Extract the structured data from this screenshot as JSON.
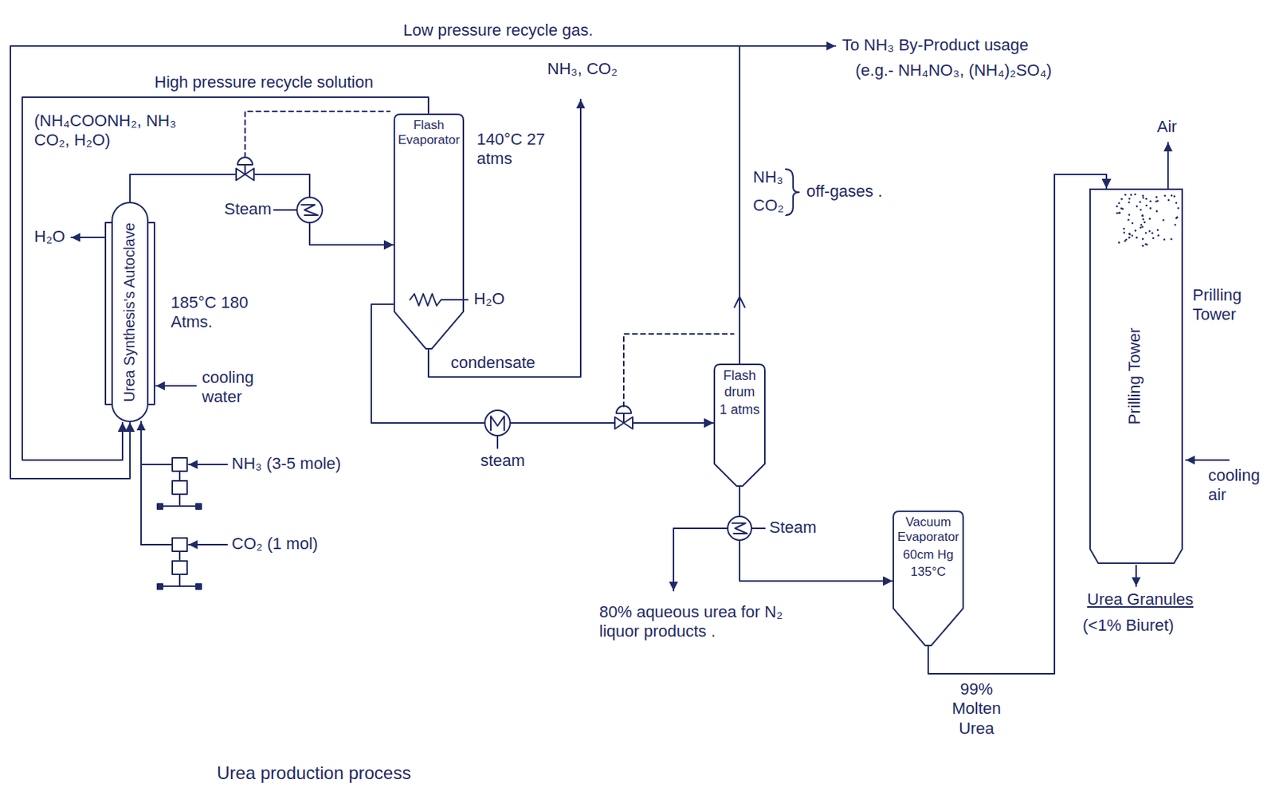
{
  "diagram": {
    "caption": "Urea production process",
    "nodes": [
      {
        "text": [
          "Urea Synthesis's Autoclave"
        ]
      },
      {
        "text": [
          "Flash Evaporator"
        ]
      },
      {
        "text": [
          "Flash drum",
          "1 atms"
        ]
      },
      {
        "text": [
          "Vacuum Evaporator",
          "60cm Hg",
          "135°C"
        ]
      },
      {
        "text": [
          "Prilling Tower"
        ]
      }
    ],
    "edges": [
      {
        "from": 0,
        "to": 1,
        "arrow": "to"
      },
      {
        "from": 1,
        "to": 0,
        "arrow": "to",
        "label": "High pressure recycle solution"
      },
      {
        "from": 1,
        "to": 2,
        "arrow": "to"
      },
      {
        "from": 2,
        "to": 0,
        "arrow": "to",
        "label": "Low pressure recycle gas."
      },
      {
        "from": 2,
        "to": 3,
        "arrow": "to"
      },
      {
        "from": 3,
        "to": 4,
        "arrow": "to",
        "label": "99% Molten Urea"
      }
    ],
    "labels": [
      "NH₃, CO₂",
      "To NH₃ By-Product usage",
      "(e.g.- NH₄NO₃, (NH₄)₂SO₄)",
      "(NH₄COONH₂, NH₃ CO₂, H₂O)",
      "H₂O",
      "Steam",
      "185°C 180 Atms.",
      "cooling water",
      "NH₃ (3-5 mole)",
      "CO₂ (1 mol)",
      "140°C 27 atms",
      "H₂O",
      "condensate",
      "steam",
      "NH₃",
      "CO₂",
      "off-gases .",
      "Steam",
      "80% aqueous urea for N₂ liquor products .",
      "Air",
      "Prilling Tower",
      "cooling air",
      "Urea Granules",
      "(<1% Biuret)"
    ]
  }
}
